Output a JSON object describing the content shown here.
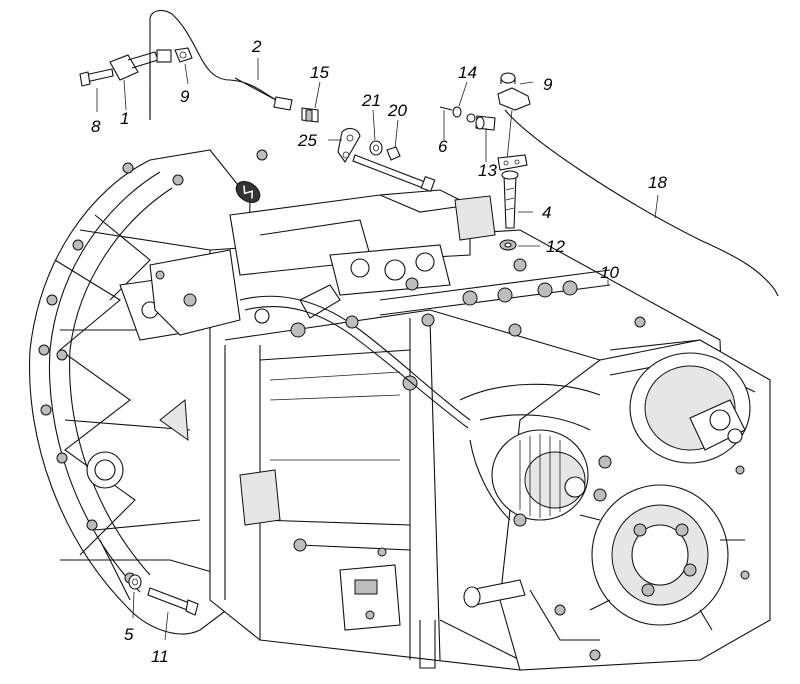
{
  "diagram": {
    "watermark_text": "",
    "callouts": [
      {
        "id": "c1",
        "text": "1"
      },
      {
        "id": "c2",
        "text": "2"
      },
      {
        "id": "c4",
        "text": "4"
      },
      {
        "id": "c5",
        "text": "5"
      },
      {
        "id": "c6",
        "text": "6"
      },
      {
        "id": "c8",
        "text": "8"
      },
      {
        "id": "c9a",
        "text": "9"
      },
      {
        "id": "c9b",
        "text": "9"
      },
      {
        "id": "c10",
        "text": "10"
      },
      {
        "id": "c11",
        "text": "11"
      },
      {
        "id": "c12",
        "text": "12"
      },
      {
        "id": "c13",
        "text": "13"
      },
      {
        "id": "c14",
        "text": "14"
      },
      {
        "id": "c15",
        "text": "15"
      },
      {
        "id": "c18",
        "text": "18"
      },
      {
        "id": "c20",
        "text": "20"
      },
      {
        "id": "c21",
        "text": "21"
      },
      {
        "id": "c25",
        "text": "25"
      }
    ]
  }
}
